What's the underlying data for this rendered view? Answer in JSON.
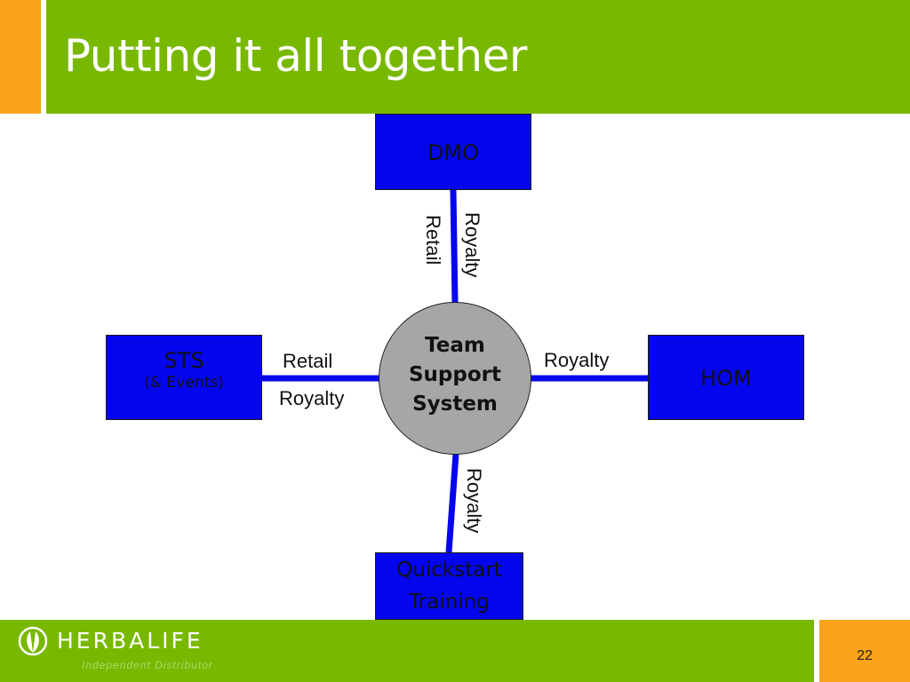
{
  "slide": {
    "title": "Putting it all together",
    "page_number": "22"
  },
  "brand": {
    "logo_icon": "herbalife-leaf-icon",
    "name": "HERBALIFE",
    "subtitle": "Independent Distributor"
  },
  "diagram": {
    "hub": {
      "lines": [
        "Team",
        "Support",
        "System"
      ]
    },
    "nodes": {
      "top": {
        "label": "DMO"
      },
      "left": {
        "label": "STS",
        "sub": "(& Events)"
      },
      "right": {
        "label": "HOM"
      },
      "bottom": {
        "lines": [
          "Quickstart",
          "Training"
        ]
      }
    },
    "edge_labels": {
      "top_retail": "Retail",
      "top_royalty": "Royalty",
      "left_retail": "Retail",
      "left_royalty": "Royalty",
      "right_royalty": "Royalty",
      "bottom_royalty": "Royalty"
    }
  },
  "colors": {
    "header_green": "#78b800",
    "accent_orange": "#f9a21b",
    "node_blue": "#0505ee",
    "hub_gray": "#a6a6a6"
  }
}
